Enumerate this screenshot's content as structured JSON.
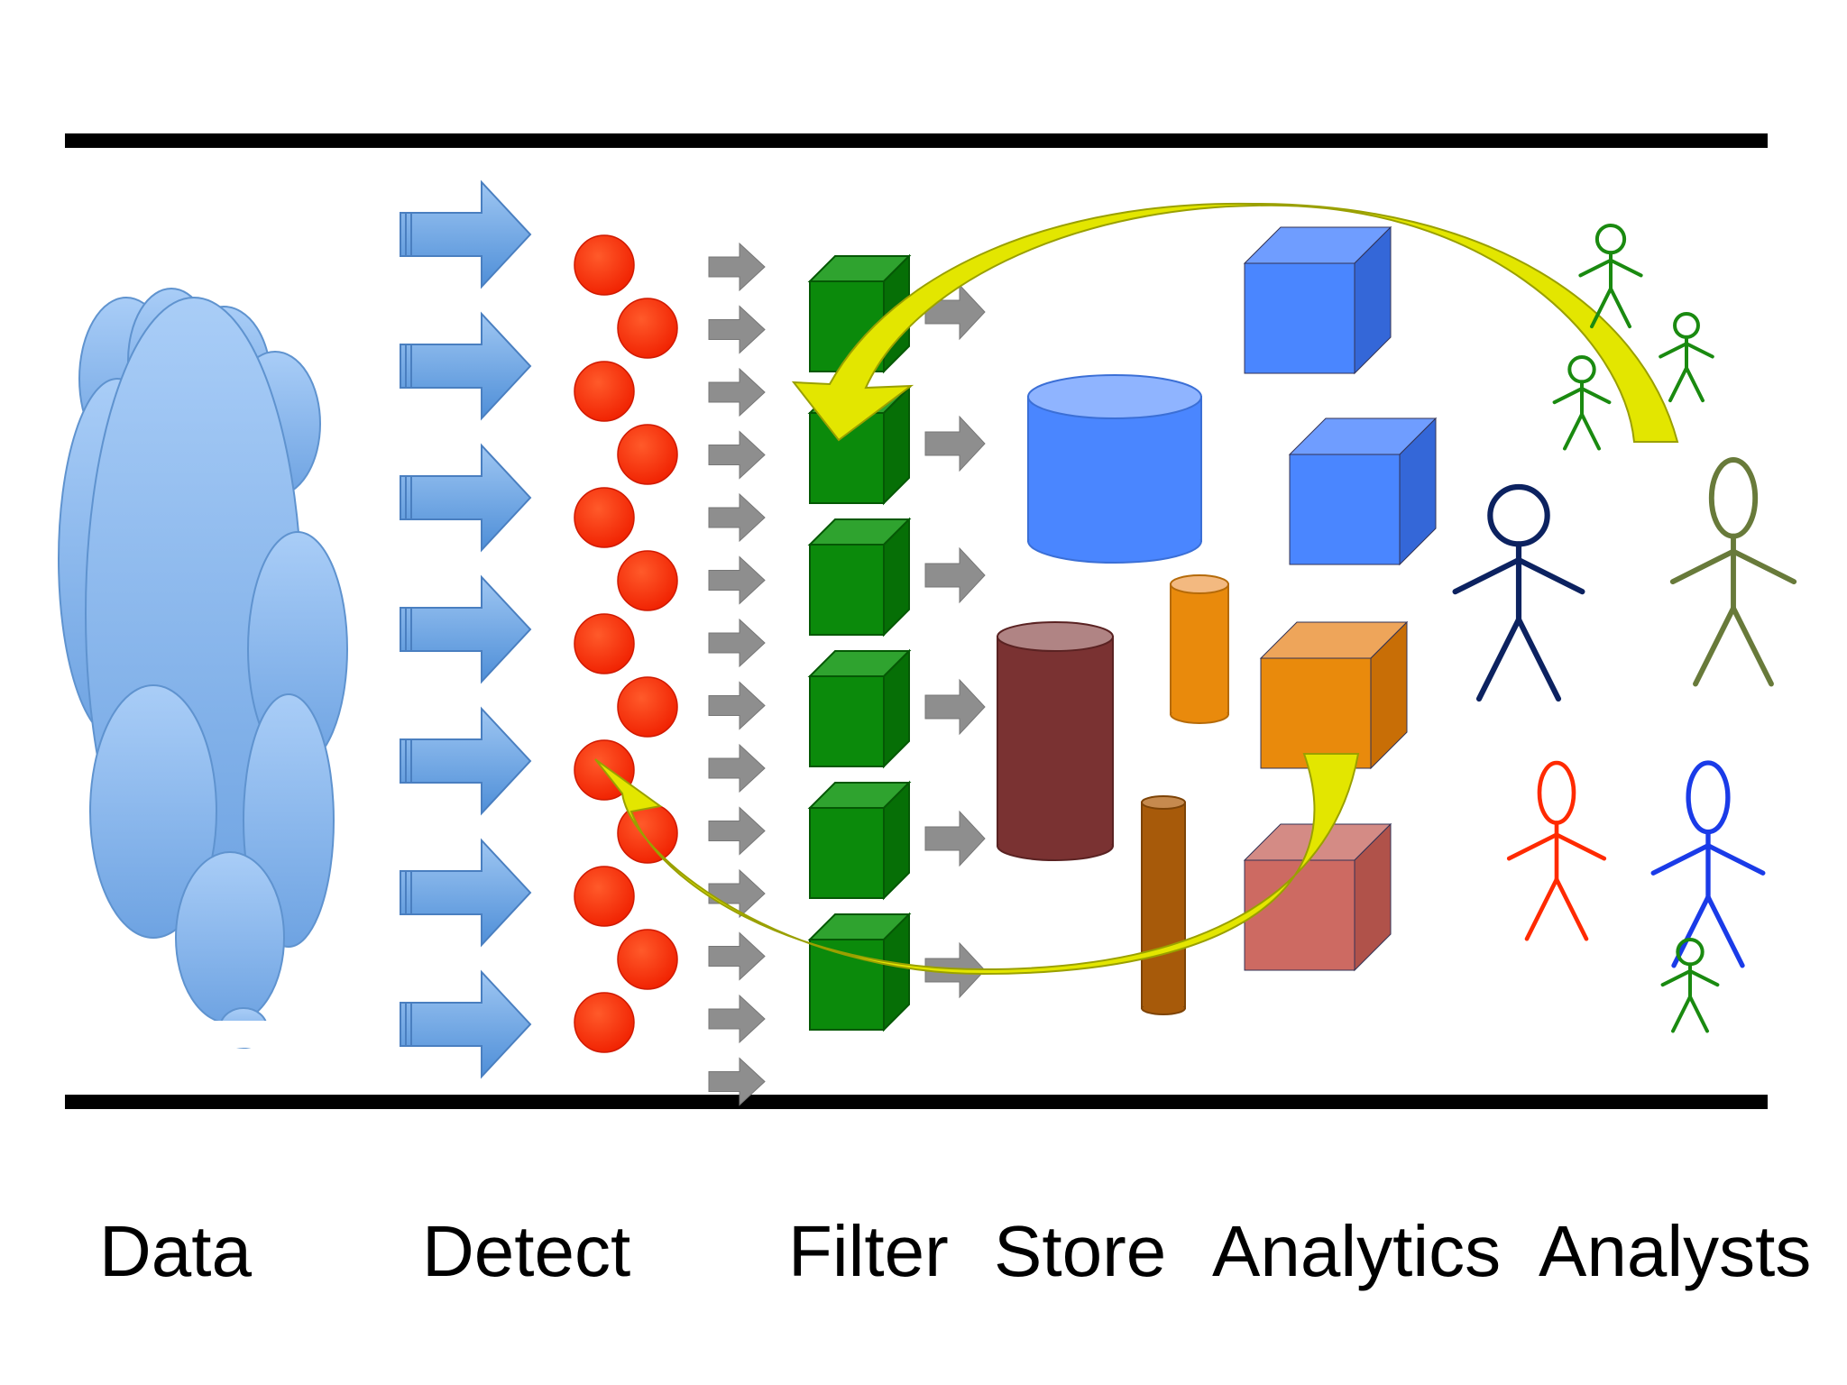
{
  "labels": {
    "data": "Data",
    "detect": "Detect",
    "filter": "Filter",
    "store": "Store",
    "analytics": "Analytics",
    "analysts": "Analysts"
  },
  "colors": {
    "cloud": "#7fb1e8",
    "input_arrow": "#6aa4e4",
    "detect_dot": "#ff2a00",
    "small_arrow": "#8e8e8e",
    "filter_cube": "#0b8a0b",
    "feedback_arrow": "#e3e600",
    "blue_store": "#4a86ff",
    "maroon_store": "#7a3232",
    "orange_store": "#e98a0c",
    "brown_store": "#a75a0a",
    "pink_store": "#cd6a62",
    "analyst_navy": "#0c2260",
    "analyst_olive": "#687a3a",
    "analyst_red": "#ff2a00",
    "analyst_blue": "#1a3be8",
    "analyst_green": "#1a8a10"
  }
}
